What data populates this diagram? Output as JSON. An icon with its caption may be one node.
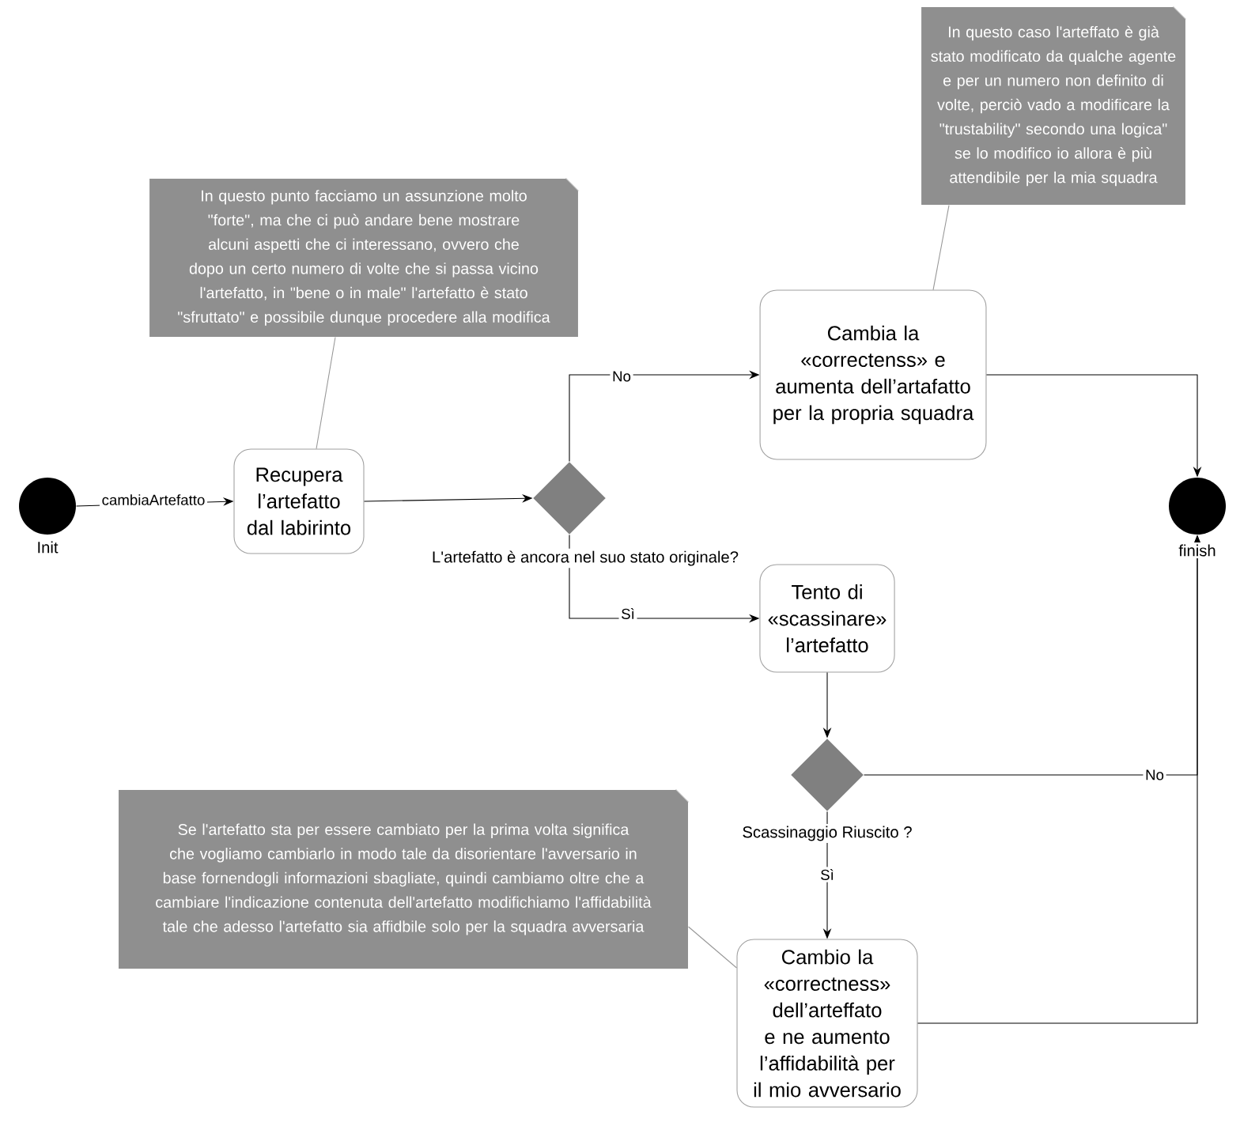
{
  "diagram": {
    "nodes": [
      {
        "text": [],
        "shape": "circle",
        "beside": [
          "Init"
        ]
      },
      {
        "text": [
          "Recupera l’artefatto dal labirinto"
        ]
      },
      {
        "text": [],
        "shape": "diamond",
        "beside": [
          "L'artefatto è ancora nel suo stato originale?"
        ]
      },
      {
        "text": [
          "Cambia la «correctenss» e aumenta dell’artafatto per la propria squadra"
        ]
      },
      {
        "text": [],
        "shape": "circle",
        "beside": [
          "finish"
        ]
      },
      {
        "text": [
          "Tento di «scassinare» l’artefatto"
        ]
      },
      {
        "text": [],
        "shape": "diamond",
        "beside": [
          "Scassinaggio Riuscito ?"
        ]
      },
      {
        "text": [
          "Cambio la «correctness» dell’arteffato e ne aumento l’affidabilità per il mio avversario"
        ]
      },
      {
        "text": [
          "In questo punto facciamo un assunzione molto \"forte\", ma che ci può andare bene mostrare alcuni aspetti che ci interessano, ovvero che dopo un certo numero di volte che si passa vicino l'artefatto, in \"bene o in male\" l'artefatto è stato \"sfruttato\" e possibile dunque procedere alla modifica"
        ]
      },
      {
        "text": [
          "In questo caso l'arteffato è già stato modificato da qualche agente e per un numero non definito di volte, perciò vado a modificare la \"trustability\" secondo una logica\" se lo modifico io allora è più attendibile per la mia squadra"
        ]
      },
      {
        "text": [
          "Se l'artefatto sta per essere cambiato per la prima volta significa che vogliamo cambiarlo in modo tale da disorientare l'avversario in base fornendogli informazioni sbagliate, quindi cambiamo oltre che a cambiare l'indicazione contenuta dell'artefatto modifichiamo l'affidabilità tale che adesso l'artefatto sia affidbile solo per la squadra avversaria"
        ]
      }
    ],
    "edges": [
      {
        "from": 0,
        "to": 1,
        "arrow": "to",
        "label": "cambiaArtefatto"
      },
      {
        "from": 1,
        "to": 2,
        "arrow": "to"
      },
      {
        "from": 2,
        "to": 3,
        "arrow": "to",
        "label": "No"
      },
      {
        "from": 2,
        "to": 5,
        "arrow": "to",
        "label": "Sì"
      },
      {
        "from": 3,
        "to": 4,
        "arrow": "to"
      },
      {
        "from": 5,
        "to": 6,
        "arrow": "to"
      },
      {
        "from": 6,
        "to": 4,
        "arrow": "to",
        "label": "No"
      },
      {
        "from": 6,
        "to": 7,
        "arrow": "to",
        "label": "Sì"
      },
      {
        "from": 7,
        "to": 4,
        "arrow": "to"
      },
      {
        "from": 8,
        "to": 1,
        "arrow": "none",
        "color": "#969696"
      },
      {
        "from": 9,
        "to": 3,
        "arrow": "none",
        "color": "#969696"
      },
      {
        "from": 10,
        "to": 7,
        "arrow": "none",
        "color": "#969696"
      }
    ]
  }
}
